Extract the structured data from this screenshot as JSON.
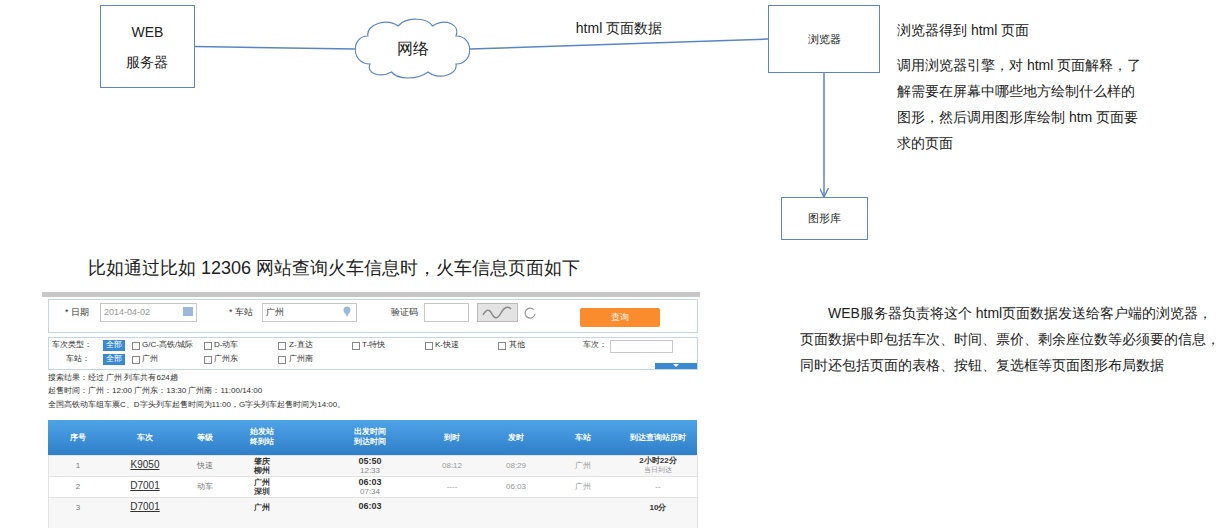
{
  "diagram": {
    "nodes": [
      {
        "text": [
          "WEB 服务器"
        ]
      },
      {
        "text": [
          "网络"
        ]
      },
      {
        "text": [
          "浏览器"
        ]
      },
      {
        "text": [
          "图形库"
        ]
      }
    ],
    "edges": [
      {
        "from": 0,
        "to": 1,
        "arrow": "none"
      },
      {
        "from": 1,
        "to": 2,
        "label": "html 页面数据",
        "arrow": "none"
      },
      {
        "from": 2,
        "to": 3,
        "arrow": "to"
      }
    ],
    "labels": [
      "浏览器得到 html 页面",
      "调用浏览器引擎，对 html 页面解释，了解需要在屏幕中哪些地方绘制什么样的图形，然后调用图形库绘制 htm 页面要求的页面",
      "比如通过比如 12306 网站查询火车信息时，火车信息页面如下",
      "WEB服务器负责将这个 html页面数据发送给客户端的浏览器，页面数据中即包括车次、时间、票价、剩余座位数等必须要的信息，同时还包括页面的表格、按钮、复选框等页面图形布局数据",
      "* 日期",
      "2014-04-02",
      "* 车站",
      "广州",
      "验证码",
      "查询",
      "车次类型：",
      "全部",
      "G/C-高铁/城际",
      "D-动车",
      "Z-直达",
      "T-特快",
      "K-快速",
      "其他",
      "车次：",
      "车站：",
      "全部",
      "广州",
      "广州东",
      "广州南",
      "搜索结果：经过 广州 列车共有624趟",
      "起售时间：广州：12:00 广州东：13:30 广州南：11:00/14:00",
      "全国高铁动车组车票C、D字头列车起售时间为11:00，G字头列车起售时间为14:00。",
      "序号",
      "车次",
      "等级",
      "始发站 终到站",
      "出发时间 到达时间",
      "到时",
      "发时",
      "车站",
      "到达查询站历时",
      "1",
      "K9050",
      "快速",
      "肇庆 柳州",
      "05:50",
      "12:33",
      "08:12",
      "08:29",
      "广州",
      "2小时22分",
      "当日到达",
      "2",
      "D7001",
      "动车",
      "广州 深圳",
      "06:03",
      "07:34",
      "----",
      "06:03",
      "广州",
      "--",
      "3",
      "D7001",
      "广州",
      "06:03",
      "10分"
    ]
  }
}
